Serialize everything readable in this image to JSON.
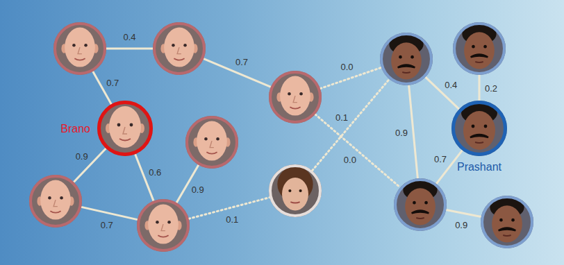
{
  "diagram": {
    "nodes": [
      {
        "text": []
      },
      {
        "text": []
      },
      {
        "text": []
      },
      {
        "text": []
      },
      {
        "text": []
      },
      {
        "text": [
          "Brano"
        ]
      },
      {
        "text": []
      },
      {
        "text": [
          "Prashant"
        ]
      },
      {
        "text": []
      },
      {
        "text": []
      },
      {
        "text": []
      },
      {
        "text": []
      },
      {
        "text": []
      }
    ],
    "edges": [
      {
        "from": 0,
        "to": 1,
        "arrow": "none",
        "label": "0.4"
      },
      {
        "from": 0,
        "to": 5,
        "arrow": "none",
        "label": "0.7"
      },
      {
        "from": 1,
        "to": 2,
        "arrow": "none",
        "label": "0.7"
      },
      {
        "from": 2,
        "to": 3,
        "arrow": "none",
        "label": "0.0"
      },
      {
        "from": 8,
        "to": 3,
        "arrow": "none",
        "label": "0.1"
      },
      {
        "from": 2,
        "to": 11,
        "arrow": "none",
        "label": "0.0"
      },
      {
        "from": 3,
        "to": 7,
        "arrow": "none",
        "label": "0.4"
      },
      {
        "from": 4,
        "to": 7,
        "arrow": "none",
        "label": "0.2"
      },
      {
        "from": 3,
        "to": 11,
        "arrow": "none",
        "label": "0.9"
      },
      {
        "from": 7,
        "to": 11,
        "arrow": "none",
        "label": "0.7"
      },
      {
        "from": 5,
        "to": 9,
        "arrow": "none",
        "label": "0.9"
      },
      {
        "from": 5,
        "to": 10,
        "arrow": "none",
        "label": "0.6"
      },
      {
        "from": 10,
        "to": 6,
        "arrow": "none",
        "label": "0.9"
      },
      {
        "from": 9,
        "to": 10,
        "arrow": "none",
        "label": "0.7"
      },
      {
        "from": 10,
        "to": 8,
        "arrow": "none",
        "label": "0.1"
      },
      {
        "from": 11,
        "to": 12,
        "arrow": "none",
        "label": "0.9"
      }
    ]
  }
}
